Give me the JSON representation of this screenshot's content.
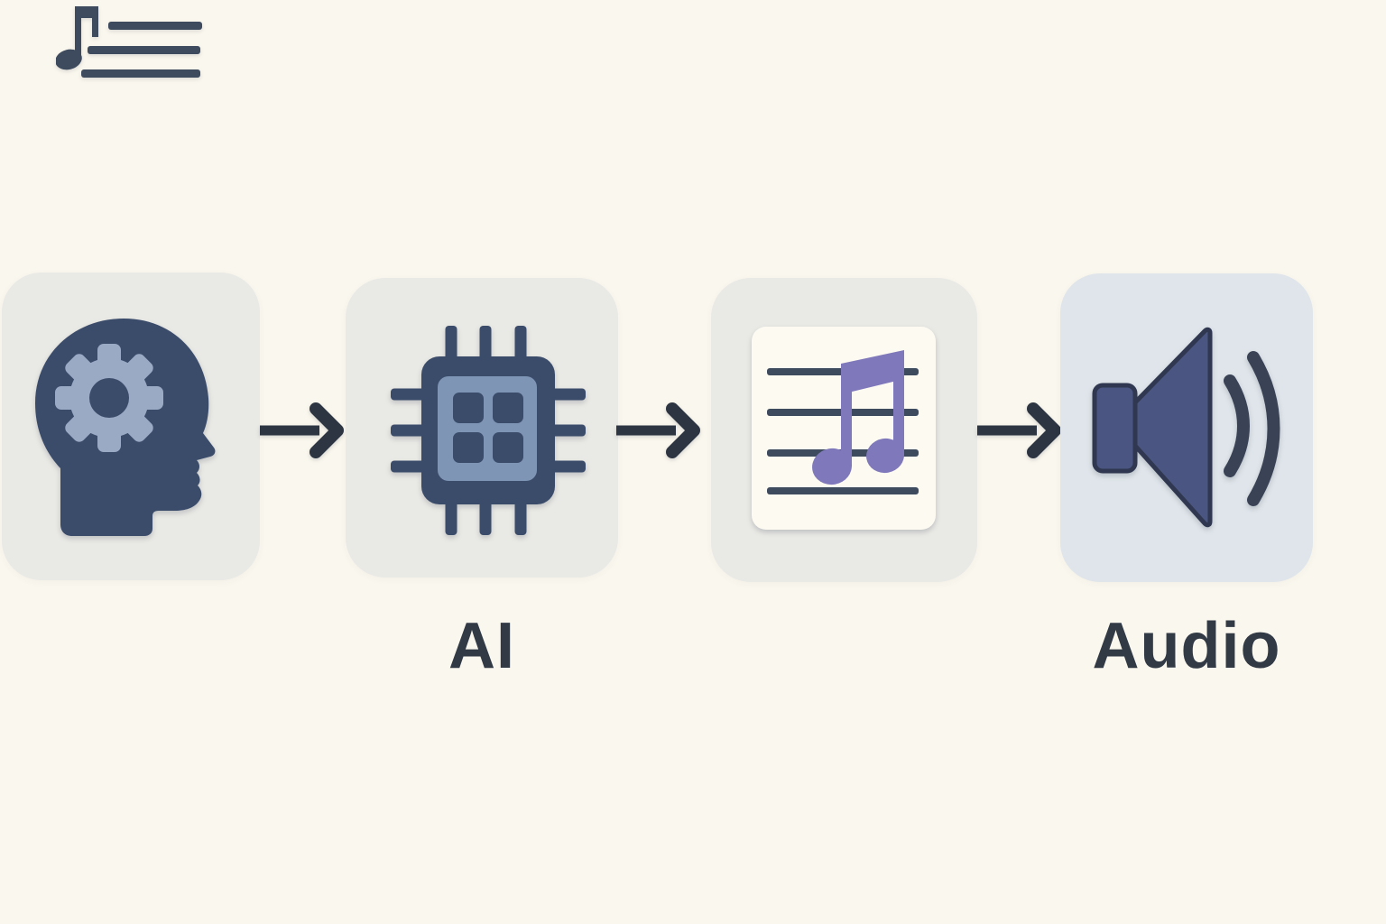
{
  "canvas": {
    "background": "#faf7ee"
  },
  "colors": {
    "background": "#faf7ee",
    "card_bg": "#e9e9e5",
    "audio_card_bg": "#dfe5ea",
    "navy": "#3b4c6b",
    "gear_light": "#9aaac5",
    "chip_inner": "#7f95b5",
    "sheet_bg": "#fdfaf2",
    "staff_line": "#3e4a5e",
    "note_purple": "#7f78ba",
    "speaker_fill": "#4a5681",
    "speaker_outline": "#2f3850",
    "wave_arc": "#3a4356",
    "arrow": "#2d3542",
    "label_text": "#323a46"
  },
  "steps": [
    {
      "name": "idea",
      "icon": "head-gear-icon",
      "label": ""
    },
    {
      "name": "ai",
      "icon": "ai-chip-icon",
      "label": "AI"
    },
    {
      "name": "notation",
      "icon": "sheet-music-icon",
      "label_icon": "music-note-lines-icon",
      "label": ""
    },
    {
      "name": "audio",
      "icon": "speaker-icon",
      "label": "Audio"
    }
  ],
  "arrows": {
    "count": 3,
    "direction": "right"
  }
}
